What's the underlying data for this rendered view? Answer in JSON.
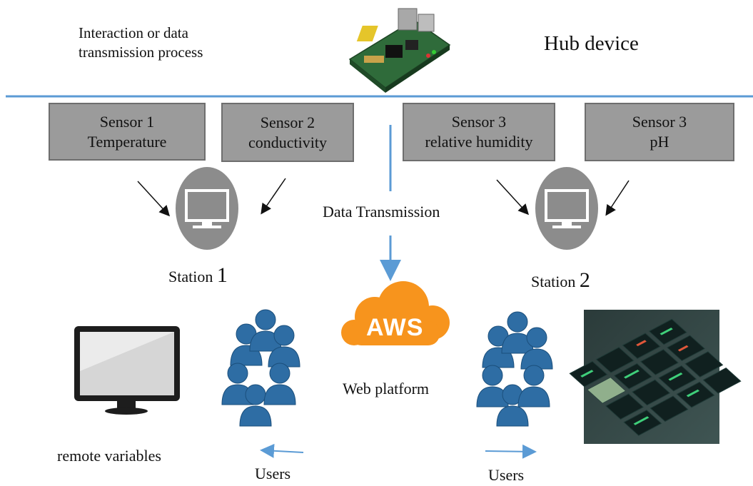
{
  "header": {
    "process_label_line1": "Interaction or data",
    "process_label_line2": "transmission process",
    "hub_label": "Hub device"
  },
  "sensors": [
    {
      "line1": "Sensor 1",
      "line2": "Temperature"
    },
    {
      "line1": "Sensor 2",
      "line2": "conductivity"
    },
    {
      "line1": "Sensor 3",
      "line2": "relative humidity"
    },
    {
      "line1": "Sensor 3",
      "line2": "pH"
    }
  ],
  "stations": [
    {
      "label": "Station ",
      "number": "1"
    },
    {
      "label": "Station ",
      "number": "2"
    }
  ],
  "center": {
    "transmission_label": "Data Transmission",
    "cloud_label": "AWS",
    "platform_label": "Web platform"
  },
  "bottom": {
    "remote_label": "remote variables",
    "users_left": "Users",
    "users_right": "Users"
  },
  "colors": {
    "hub_line": "#5b9bd5",
    "sensor_fill": "#9b9b9b",
    "station_fill": "#8c8c8c",
    "cloud": "#f7941d",
    "users": "#2e6da4"
  }
}
